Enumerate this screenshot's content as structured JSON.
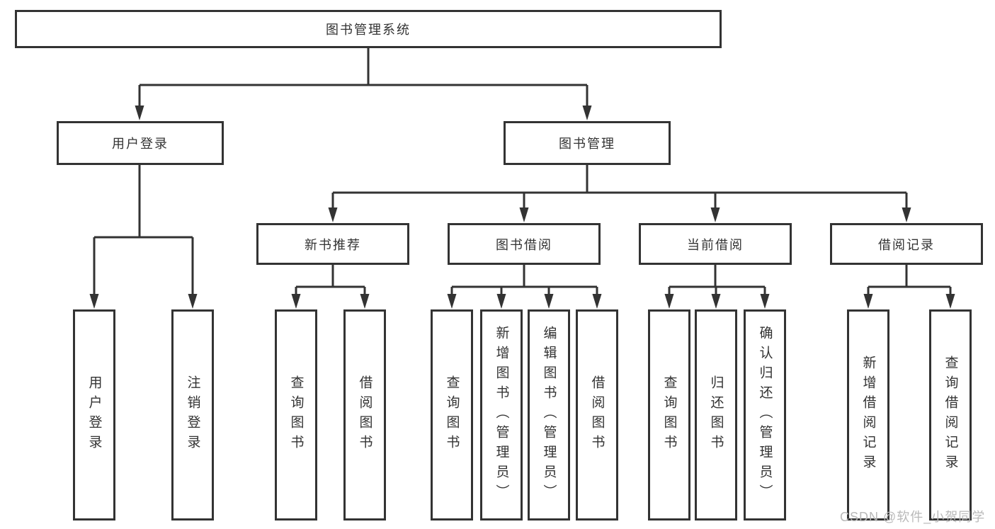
{
  "diagram": {
    "title": "图书管理系统",
    "root": {
      "label": "图书管理系统"
    },
    "level2": {
      "user_login": {
        "label": "用户登录"
      },
      "book_management": {
        "label": "图书管理"
      }
    },
    "level3": {
      "new_books": {
        "label": "新书推荐"
      },
      "book_borrow": {
        "label": "图书借阅"
      },
      "current_borrow": {
        "label": "当前借阅"
      },
      "borrow_records": {
        "label": "借阅记录"
      }
    },
    "leaves": {
      "user_login": [
        "用户登录",
        "注销登录"
      ],
      "new_books": [
        "查询图书",
        "借阅图书"
      ],
      "book_borrow": [
        "查询图书",
        "新增图书（管理员）",
        "编辑图书（管理员）",
        "借阅图书"
      ],
      "current_borrow": [
        "查询图书",
        "归还图书",
        "确认归还（管理员）"
      ],
      "borrow_records": [
        "新增借阅记录",
        "查询借阅记录"
      ]
    }
  },
  "watermark": "CSDN @软件_小贺同学",
  "colors": {
    "line": "#333333",
    "text": "#333333",
    "box_background": "#ffffff",
    "watermark": "#b9b9b9",
    "page_background": "#ffffff"
  }
}
